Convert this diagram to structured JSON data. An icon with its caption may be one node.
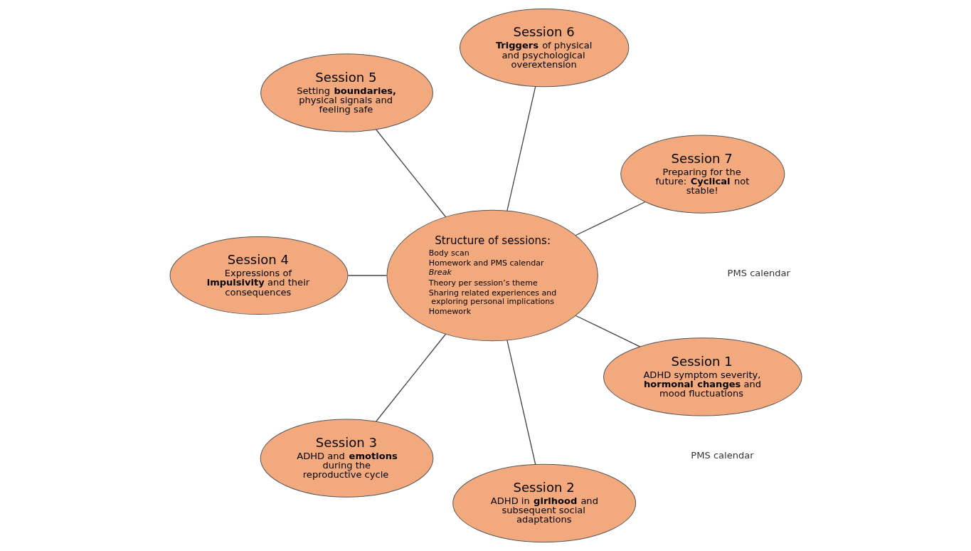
{
  "diagram": {
    "nodes": [
      {
        "text": [
          "Structure of sessions:",
          "Body scan",
          "Homework and PMS calendar",
          "*Break*",
          "Theory per session’s theme",
          "Sharing related experiences and exploring personal implications",
          "Homework"
        ]
      },
      {
        "text": [
          "Session 1",
          "ADHD symptom severity, **hormonal changes** and mood fluctuations"
        ]
      },
      {
        "text": [
          "Session 2",
          "ADHD in **girlhood** and subsequent social adaptations"
        ]
      },
      {
        "text": [
          "Session 3",
          "ADHD and **emotions** during the reproductive cycle"
        ]
      },
      {
        "text": [
          "Session 4",
          "Expressions of **impulsivity** and their consequences"
        ]
      },
      {
        "text": [
          "Session 5",
          "Setting **boundaries**, physical signals and feeling safe"
        ]
      },
      {
        "text": [
          "Session 6",
          "**Triggers** of physical and psychological overextension"
        ]
      },
      {
        "text": [
          "Session 7",
          "Preparing for the future: **Cyclical** not stable!"
        ]
      }
    ],
    "edges": [
      {
        "from": 0,
        "to": 1,
        "arrow": "none"
      },
      {
        "from": 0,
        "to": 2,
        "arrow": "none"
      },
      {
        "from": 0,
        "to": 3,
        "arrow": "none"
      },
      {
        "from": 0,
        "to": 4,
        "arrow": "none"
      },
      {
        "from": 0,
        "to": 5,
        "arrow": "none"
      },
      {
        "from": 0,
        "to": 6,
        "arrow": "none"
      },
      {
        "from": 0,
        "to": 7,
        "arrow": "none"
      }
    ],
    "labels": [
      "PMS calendar",
      "PMS calendar"
    ]
  }
}
